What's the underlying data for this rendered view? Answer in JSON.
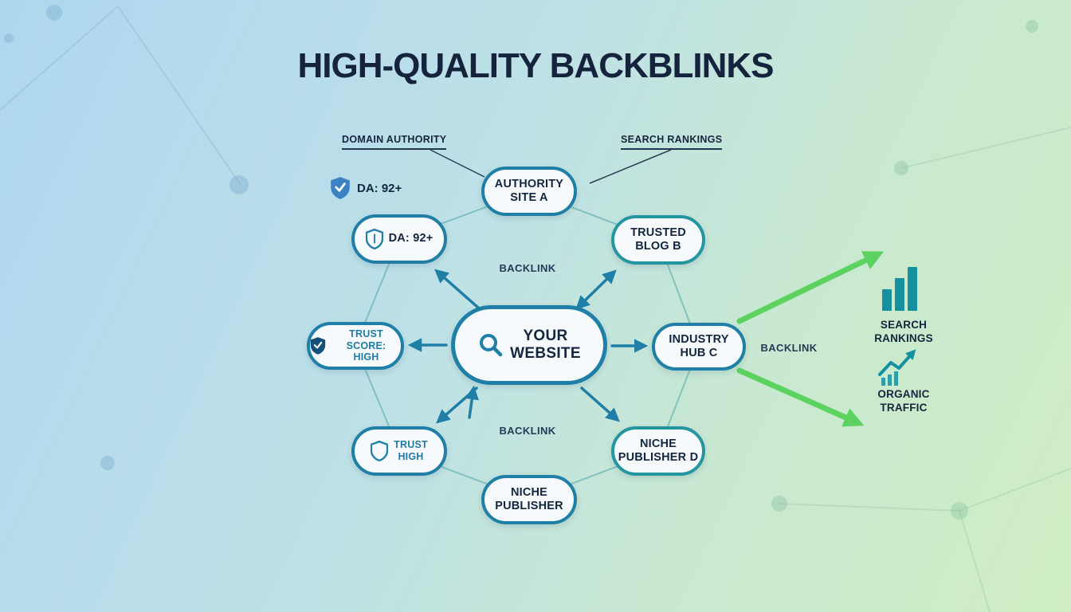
{
  "diagram": {
    "title": "HIGH-QUALITY BACKBLINKS",
    "center": {
      "label": "YOUR\nWEBSITE"
    },
    "nodes": {
      "authority": {
        "label": "AUTHORITY\nSITE A"
      },
      "trusted_blog": {
        "label": "TRUSTED\nBLOG B"
      },
      "da_node": {
        "label": "DA: 92+"
      },
      "trust_score": {
        "label": "TRUST SCORE:\nHIGH"
      },
      "industry_hub": {
        "label": "INDUSTRY\nHUB C"
      },
      "trust_high": {
        "label": "TRUST\nHIGH"
      },
      "niche_publisher_d": {
        "label": "NICHE\nPUBLISHER D"
      },
      "niche_publisher": {
        "label": "NICHE\nPUBLISHER"
      }
    },
    "callouts": {
      "domain_authority": "DOMAIN AUTHORITY",
      "search_rankings": "SEARCH RANKINGS",
      "da_badge": "DA: 92+"
    },
    "edge_labels": {
      "top": "BACKLINK",
      "bottom": "BACKLINK",
      "right": "BACKLINK"
    },
    "outcomes": {
      "search_rankings": {
        "label": "SEARCH\nRANKINGS",
        "icon": "bar-chart-icon"
      },
      "organic_traffic": {
        "label": "ORGANIC\nTRAFFIC",
        "icon": "line-chart-icon"
      }
    },
    "icons": {
      "center": "search-icon",
      "da_badge": "shield-check-icon",
      "da_node": "shield-icon",
      "trust_score": "shield-check-icon",
      "trust_high": "shield-icon"
    },
    "colors": {
      "teal": "#1f7fa6",
      "teal_green": "#2596a0",
      "green_arrow": "#5cd260",
      "navy": "#16243d",
      "chart_teal": "#1490a0"
    }
  }
}
